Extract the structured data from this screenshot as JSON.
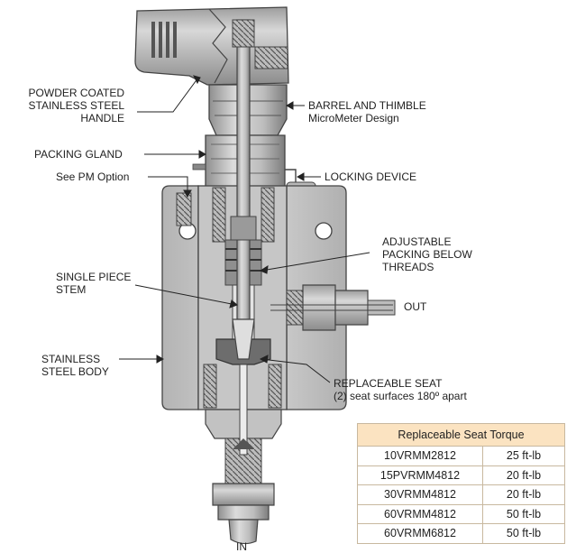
{
  "labels": {
    "handle": [
      "POWDER COATED",
      "STAINLESS STEEL",
      "HANDLE"
    ],
    "barrel": [
      "BARREL AND THIMBLE",
      "MicroMeter Design"
    ],
    "packing_gland": "PACKING GLAND",
    "pm_option": "See PM Option",
    "locking_device": "LOCKING DEVICE",
    "adjustable": [
      "ADJUSTABLE",
      "PACKING BELOW",
      "THREADS"
    ],
    "stem": [
      "SINGLE PIECE",
      "STEM"
    ],
    "out": "OUT",
    "body": [
      "STAINLESS",
      "STEEL BODY"
    ],
    "seat": [
      "REPLACEABLE SEAT",
      "(2) seat surfaces 180º apart"
    ],
    "in": "IN"
  },
  "torque_table": {
    "title": "Replaceable Seat Torque",
    "rows": [
      [
        "10VRMM2812",
        "25 ft-lb"
      ],
      [
        "15PVRMM4812",
        "20 ft-lb"
      ],
      [
        "30VRMM4812",
        "20 ft-lb"
      ],
      [
        "60VRMM4812",
        "50 ft-lb"
      ],
      [
        "60VRMM6812",
        "50 ft-lb"
      ]
    ]
  },
  "colors": {
    "metal": "#c9c9c9",
    "metal_dark": "#8e8e8e",
    "table_header": "#fbe3c1"
  }
}
